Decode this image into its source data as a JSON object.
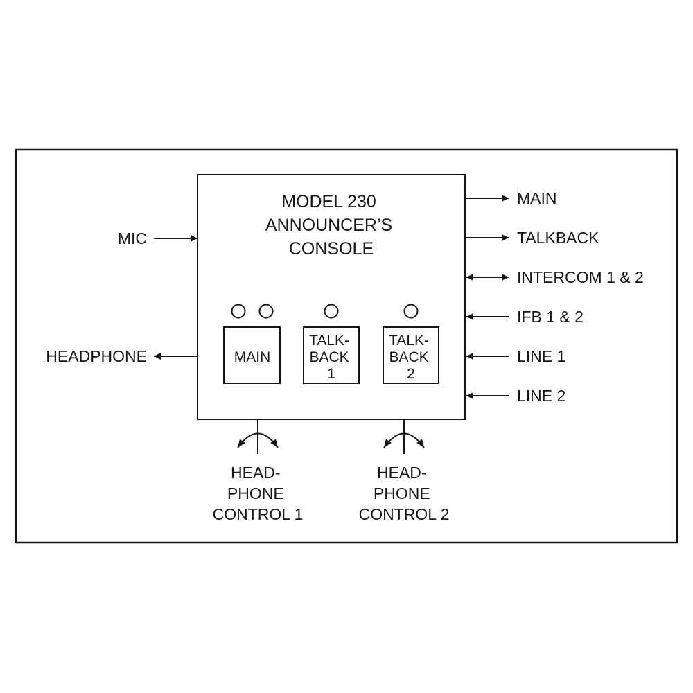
{
  "console": {
    "title_lines": [
      "MODEL 230",
      "ANNOUNCER’S",
      "CONSOLE"
    ]
  },
  "inputs_left": {
    "mic": "MIC"
  },
  "outputs_left": {
    "headphone": "HEADPHONE"
  },
  "right_signals": {
    "main": "MAIN",
    "talkback": "TALKBACK",
    "intercom": "INTERCOM 1 & 2",
    "ifb": "IFB 1 & 2",
    "line1": "LINE 1",
    "line2": "LINE 2"
  },
  "buttons": {
    "main": {
      "lines": [
        "MAIN"
      ]
    },
    "talkback1": {
      "lines": [
        "TALK-",
        "BACK",
        "1"
      ]
    },
    "talkback2": {
      "lines": [
        "TALK-",
        "BACK",
        "2"
      ]
    }
  },
  "controls": {
    "hp1": {
      "lines": [
        "HEAD-",
        "PHONE",
        "CONTROL 1"
      ]
    },
    "hp2": {
      "lines": [
        "HEAD-",
        "PHONE",
        "CONTROL 2"
      ]
    }
  },
  "colors": {
    "ink": "#161616",
    "background": "#ffffff"
  }
}
